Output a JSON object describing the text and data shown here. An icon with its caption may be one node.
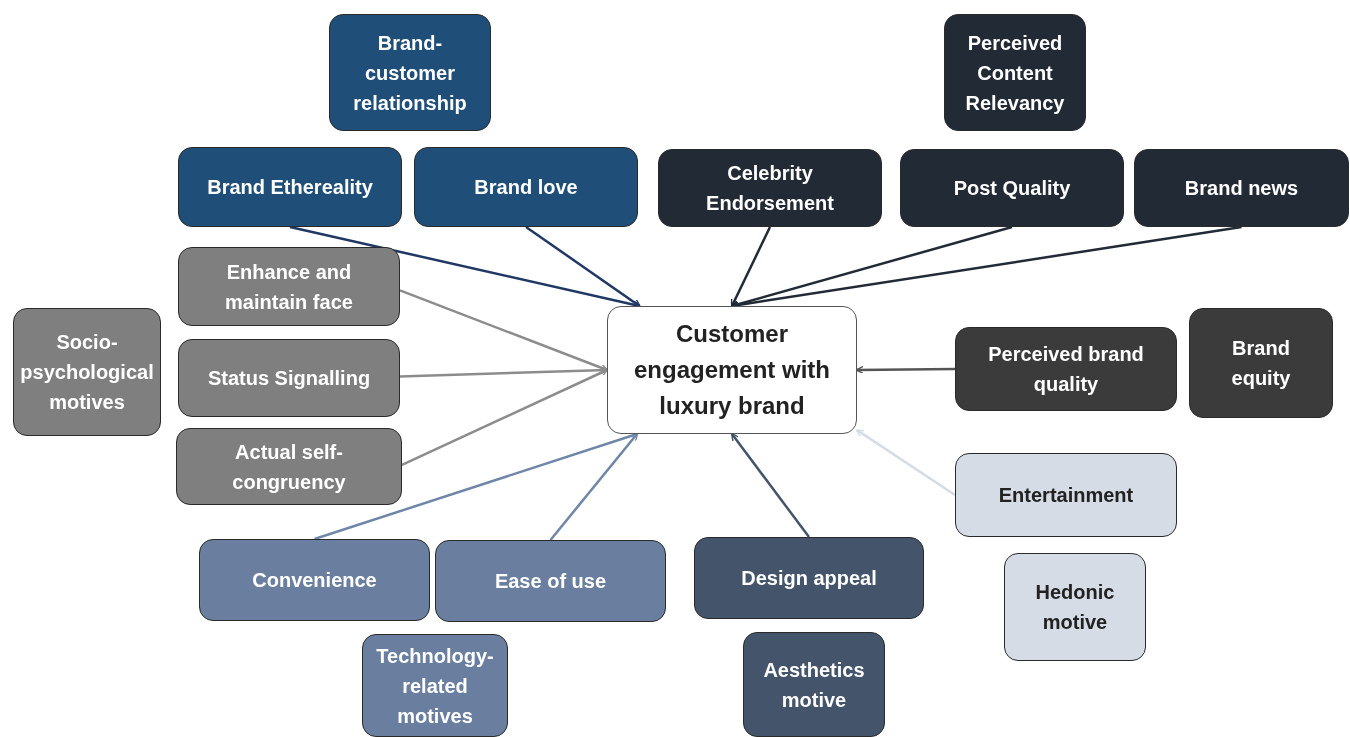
{
  "diagram": {
    "nodes": [
      {
        "text": [
          "Brand-customer relationship"
        ]
      },
      {
        "text": [
          "Perceived Content Relevancy"
        ]
      },
      {
        "text": [
          "Brand Ethereality"
        ]
      },
      {
        "text": [
          "Brand love"
        ]
      },
      {
        "text": [
          "Celebrity Endorsement"
        ]
      },
      {
        "text": [
          "Post Quality"
        ]
      },
      {
        "text": [
          "Brand news"
        ]
      },
      {
        "text": [
          "Enhance and maintain face"
        ]
      },
      {
        "text": [
          "Socio-psychological motives"
        ]
      },
      {
        "text": [
          "Customer engagement with luxury brand"
        ]
      },
      {
        "text": [
          "Status Signalling"
        ]
      },
      {
        "text": [
          "Perceived brand quality"
        ]
      },
      {
        "text": [
          "Brand equity"
        ]
      },
      {
        "text": [
          "Actual self-congruency"
        ]
      },
      {
        "text": [
          "Entertainment"
        ]
      },
      {
        "text": [
          "Convenience"
        ]
      },
      {
        "text": [
          "Ease of use"
        ]
      },
      {
        "text": [
          "Design appeal"
        ]
      },
      {
        "text": [
          "Hedonic motive"
        ]
      },
      {
        "text": [
          "Technology-related motives"
        ]
      },
      {
        "text": [
          "Aesthetics motive"
        ]
      }
    ],
    "edges": [
      {
        "from": 2,
        "to": 9,
        "arrow": "to",
        "color": "#203864"
      },
      {
        "from": 3,
        "to": 9,
        "arrow": "to",
        "color": "#203864"
      },
      {
        "from": 4,
        "to": 9,
        "arrow": "to",
        "color": "#222a35"
      },
      {
        "from": 5,
        "to": 9,
        "arrow": "to",
        "color": "#222a35"
      },
      {
        "from": 6,
        "to": 9,
        "arrow": "to",
        "color": "#222a35"
      },
      {
        "from": 7,
        "to": 9,
        "arrow": "to",
        "color": "#8c8c8c"
      },
      {
        "from": 10,
        "to": 9,
        "arrow": "to",
        "color": "#8c8c8c"
      },
      {
        "from": 13,
        "to": 9,
        "arrow": "to",
        "color": "#8c8c8c"
      },
      {
        "from": 11,
        "to": 9,
        "arrow": "to",
        "color": "#555555"
      },
      {
        "from": 14,
        "to": 9,
        "arrow": "to",
        "color": "#d6dce5"
      },
      {
        "from": 15,
        "to": 9,
        "arrow": "to",
        "color": "#6f86a8"
      },
      {
        "from": 16,
        "to": 9,
        "arrow": "to",
        "color": "#6f86a8"
      },
      {
        "from": 17,
        "to": 9,
        "arrow": "to",
        "color": "#44546a"
      }
    ]
  }
}
